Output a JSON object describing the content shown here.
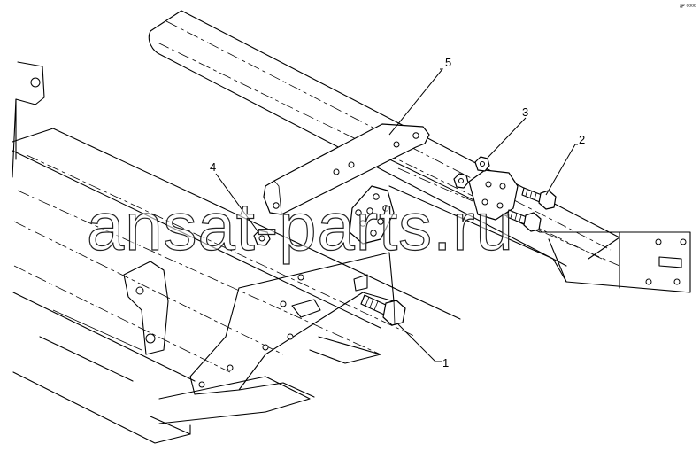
{
  "diagram": {
    "callouts": [
      {
        "id": "1",
        "text": "1"
      },
      {
        "id": "2",
        "text": "2"
      },
      {
        "id": "3",
        "text": "3"
      },
      {
        "id": "4",
        "text": "4"
      },
      {
        "id": "5",
        "text": "5"
      }
    ],
    "watermark": "ansat-parts.ru",
    "corner_mark": "ᵃᴾ ⁰⁰⁰⁰"
  }
}
